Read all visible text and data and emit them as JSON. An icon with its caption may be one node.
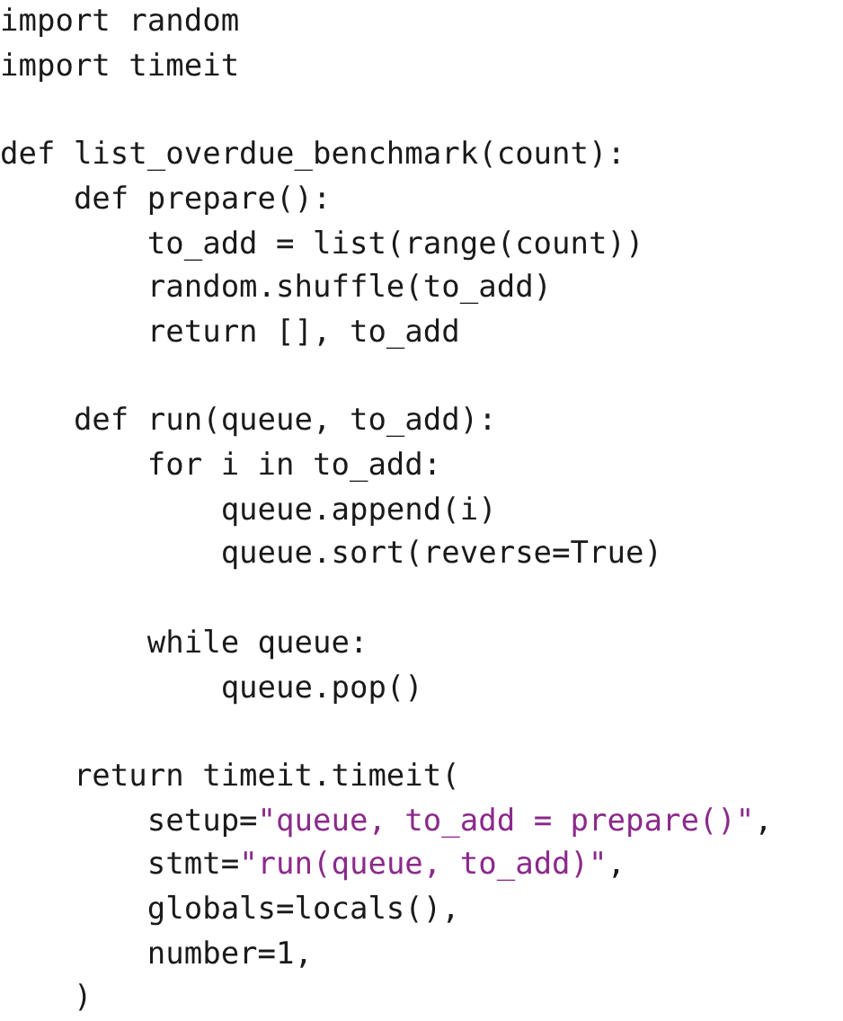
{
  "diagram": {
    "labels": [
      "import random",
      "import timeit",
      "def list_overdue_benchmark(count):",
      "    def prepare():",
      "        to_add = list(range(count))",
      "        random.shuffle(to_add)",
      "        return [], to_add",
      "    def run(queue, to_add):",
      "        for i in to_add:",
      "            queue.append(i)",
      "            queue.sort(reverse=True)",
      "        while queue:",
      "            queue.pop()",
      "    return timeit.timeit(",
      "        setup=\"queue, to_add = prepare()\",",
      "        stmt=\"run(queue, to_add)\",",
      "        globals=locals(),",
      "        number=1,",
      "    )"
    ]
  }
}
